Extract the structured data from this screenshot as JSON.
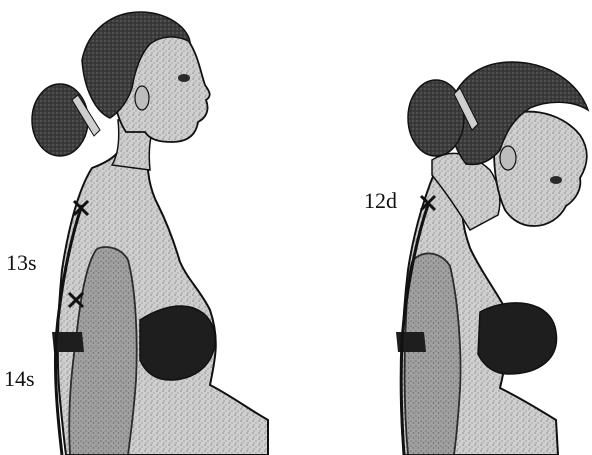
{
  "figures": [
    {
      "id": "upright",
      "labels": [
        "13s",
        "14s"
      ]
    },
    {
      "id": "flexed",
      "labels": [
        "12d"
      ]
    }
  ],
  "colors": {
    "skin": "#c4c4c4",
    "hair": "#4a4a4a",
    "bra": "#1e1e1e",
    "outline": "#111111",
    "background": "#ffffff"
  }
}
